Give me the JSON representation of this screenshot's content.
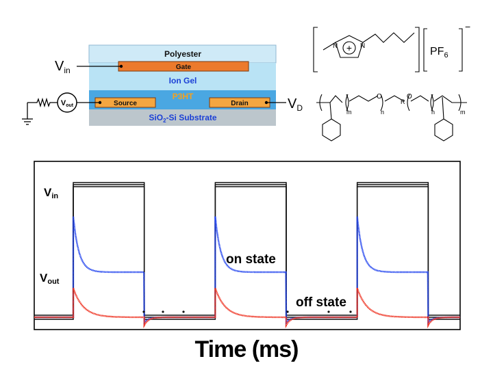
{
  "device": {
    "layers": {
      "polyester": "Polyester",
      "gate": "Gate",
      "ion_gel": "Ion Gel",
      "p3ht": "P3HT",
      "source": "Source",
      "drain": "Drain",
      "substrate": "SiO2-Si Substrate"
    },
    "terminals": {
      "vin": "V",
      "vin_sub": "in",
      "vout": "V",
      "vout_sub": "out",
      "vd": "V",
      "vd_sub": "D"
    },
    "colors": {
      "polyester": "#cfeaf7",
      "ion_gel": "#b9e3f5",
      "p3ht": "#4aa7e2",
      "electrode": "#f4a640",
      "gate": "#ec7a2c",
      "substrate": "#bcc6cc",
      "label_blue": "#1b3fd6",
      "label_orange": "#f4a21f"
    }
  },
  "chemistry": {
    "ionic_liquid": {
      "charge": "+",
      "nitrogen": "N",
      "counter_ion": "PF",
      "counter_ion_sub": "6",
      "counter_ion_charge": "−"
    },
    "polymer": {
      "m": "m",
      "n": "n",
      "oxygen": "O",
      "r": "R"
    }
  },
  "chart_data": {
    "type": "line",
    "xlabel": "Time (ms)",
    "ylabel": "",
    "signal_labels": {
      "vin": "V",
      "vin_sub": "in",
      "vout": "V",
      "vout_sub": "out"
    },
    "annotations": {
      "on_state": "on state",
      "off_state": "off state"
    },
    "x_range": [
      0,
      600
    ],
    "pulse_period": 200,
    "pulse_width": 100,
    "pulses_on_start": [
      55,
      255,
      455
    ],
    "series": [
      {
        "name": "",
        "color": "#111111",
        "role": "input pulse",
        "low": 0,
        "high": 1.0
      },
      {
        "name": "",
        "color": "#2244ee",
        "role": "output",
        "baseline": 0,
        "peak": 0.76,
        "steady": 0.34,
        "tau": 8,
        "undershoot": -0.04
      },
      {
        "name": "",
        "color": "#ee3322",
        "role": "output",
        "baseline": 0,
        "peak": 0.22,
        "steady": 0.0,
        "tau": 14,
        "undershoot": -0.06
      }
    ]
  }
}
